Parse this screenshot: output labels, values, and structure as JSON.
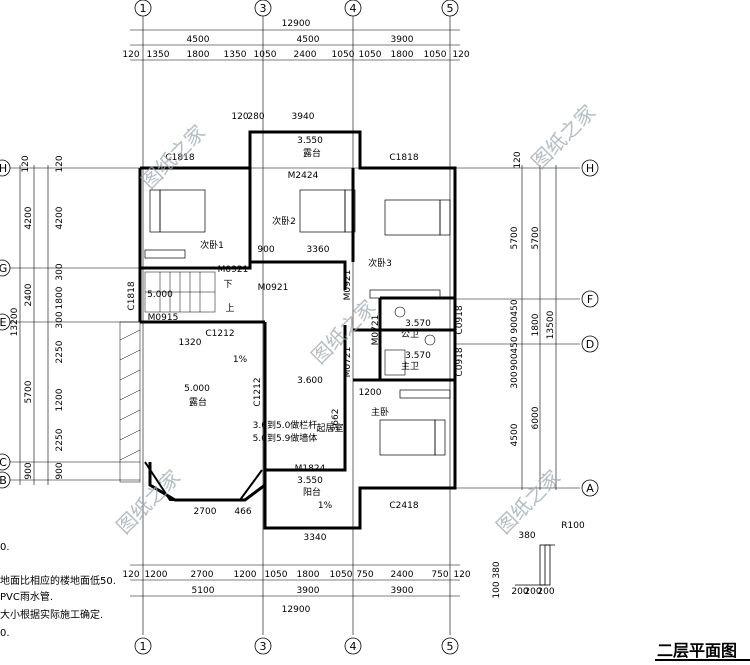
{
  "title": "二层平面图",
  "top_dims": {
    "total": "12900",
    "seg1": [
      "4500",
      "4500",
      "3900"
    ],
    "seg2": [
      "120",
      "1350",
      "1800",
      "1350",
      "1050",
      "2400",
      "1050",
      "1050",
      "1800",
      "1050",
      "120"
    ]
  },
  "bottom_dims": {
    "total": "12900",
    "seg1": [
      "5100",
      "3900",
      "3900"
    ],
    "seg2": [
      "120",
      "1200",
      "2700",
      "1200",
      "1050",
      "1800",
      "1050",
      "750",
      "2400",
      "750",
      "120"
    ]
  },
  "left_dims": {
    "total": "13200",
    "outer": [
      "120",
      "4200",
      "2400",
      "5700",
      "900"
    ],
    "inner": [
      "120",
      "4200",
      "300",
      "1800",
      "300",
      "2250",
      "1200",
      "2250",
      "900"
    ]
  },
  "right_dims": {
    "total": "13500",
    "outer": [
      "120",
      "5700",
      "1800",
      "6000"
    ],
    "inner": [
      "5700",
      "450",
      "900",
      "450",
      "900",
      "300",
      "4500"
    ]
  },
  "axes_top": [
    "1",
    "3",
    "4",
    "5"
  ],
  "axes_bottom": [
    "1",
    "3",
    "4",
    "5"
  ],
  "axes_left": [
    "H",
    "G",
    "E",
    "C",
    "B"
  ],
  "axes_right": [
    "H",
    "F",
    "D",
    "A"
  ],
  "rooms": {
    "r1": "次卧1",
    "r2": "次卧2",
    "r3": "次卧3",
    "living": "起居室",
    "master": "主卧",
    "terrace": "露台",
    "balcony_top": "露台",
    "balcony_bot": "阳台",
    "wc1": "公卫",
    "wc2": "主卫"
  },
  "labels": {
    "c1818a": "C1818",
    "c1818b": "C1818",
    "c1818c": "C1818",
    "m2424": "M2424",
    "m0921a": "M0921",
    "m0921b": "M0921",
    "m0921c": "M0921",
    "m0915": "M0915",
    "c1212a": "C1212",
    "c1212b": "C1212",
    "m1824": "M1824",
    "c2418": "C2418",
    "c0918a": "C0918",
    "c0918b": "C0918",
    "m0721a": "M0721",
    "m0721b": "M0721"
  },
  "elevations": {
    "top": "3.550",
    "bot": "3.550",
    "stair": "5.000",
    "terrace": "5.000",
    "living": "3.600",
    "wc1": "3.570",
    "wc2": "3.570"
  },
  "room_notes": [
    "3.6到5.0做栏杆",
    "5.0到5.9做墙体"
  ],
  "misc": {
    "slope1": "1%",
    "slope2": "1%",
    "up": "上",
    "down": "下",
    "d3940": "3940",
    "d3360": "3360",
    "d3340": "3340",
    "d2700": "2700",
    "d1200": "1200",
    "d1320": "1320",
    "d900": "900",
    "d466": "466",
    "d120": "120",
    "d280": "280",
    "d3662": "3662"
  },
  "left_notes": [
    "0.",
    "地面比相应的楼地面低50.",
    "PVC雨水管.",
    "大小根据实际施工确定.",
    "0."
  ],
  "detail": {
    "r": "R100",
    "a": "380",
    "b": "380",
    "c": "100",
    "d": "200",
    "e": "200",
    "f": "200"
  },
  "watermark": "图纸之家"
}
